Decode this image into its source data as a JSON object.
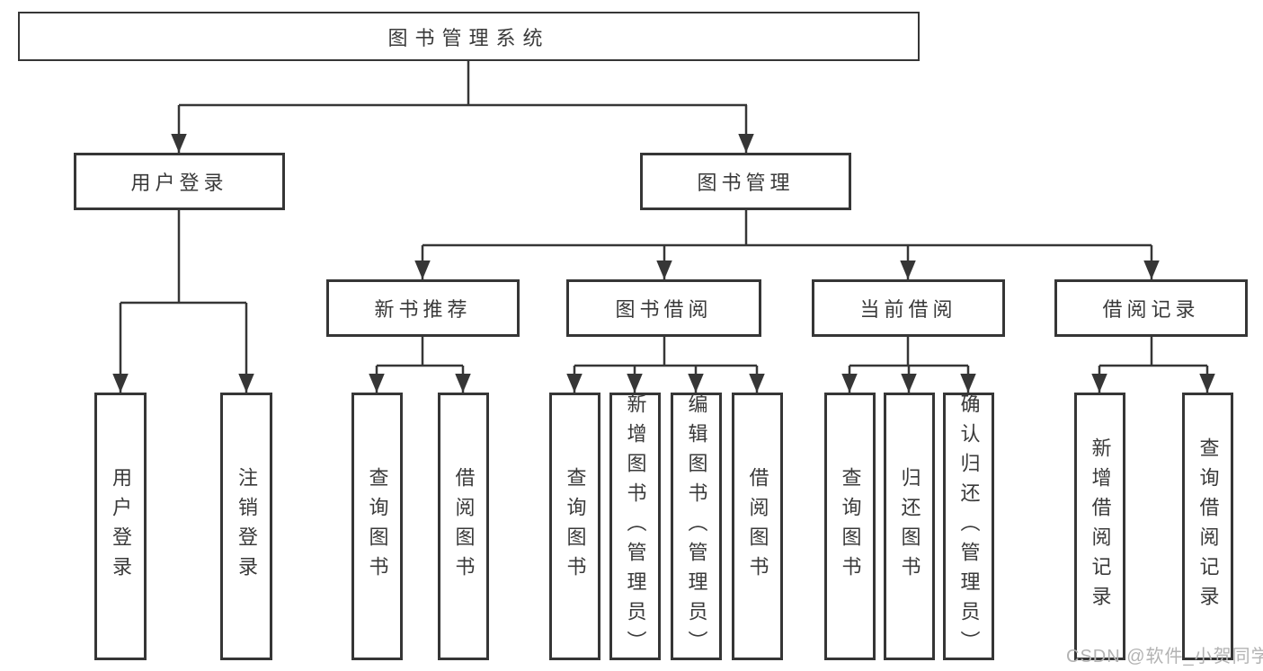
{
  "diagram": {
    "title": "图书管理系统",
    "colors": {
      "line": "#363636",
      "text": "#3a3a3a",
      "box_background": "#ffffff",
      "watermark": "#b3b3b3"
    },
    "root": {
      "label": "图书管理系统"
    },
    "level2": [
      {
        "label": "用户登录"
      },
      {
        "label": "图书管理"
      }
    ],
    "level3": [
      {
        "label": "新书推荐",
        "parent": "图书管理"
      },
      {
        "label": "图书借阅",
        "parent": "图书管理"
      },
      {
        "label": "当前借阅",
        "parent": "图书管理"
      },
      {
        "label": "借阅记录",
        "parent": "图书管理"
      }
    ],
    "leaves": [
      {
        "label": "用户登录",
        "parent": "用户登录"
      },
      {
        "label": "注销登录",
        "parent": "用户登录"
      },
      {
        "label": "查询图书",
        "parent": "新书推荐"
      },
      {
        "label": "借阅图书",
        "parent": "新书推荐"
      },
      {
        "label": "查询图书",
        "parent": "图书借阅"
      },
      {
        "label": "新增图书（管理员）",
        "parent": "图书借阅"
      },
      {
        "label": "编辑图书（管理员）",
        "parent": "图书借阅"
      },
      {
        "label": "借阅图书",
        "parent": "图书借阅"
      },
      {
        "label": "查询图书",
        "parent": "当前借阅"
      },
      {
        "label": "归还图书",
        "parent": "当前借阅"
      },
      {
        "label": "确认归还（管理员）",
        "parent": "当前借阅"
      },
      {
        "label": "新增借阅记录",
        "parent": "借阅记录"
      },
      {
        "label": "查询借阅记录",
        "parent": "借阅记录"
      }
    ],
    "watermark": "CSDN @软件_小贺同学"
  }
}
